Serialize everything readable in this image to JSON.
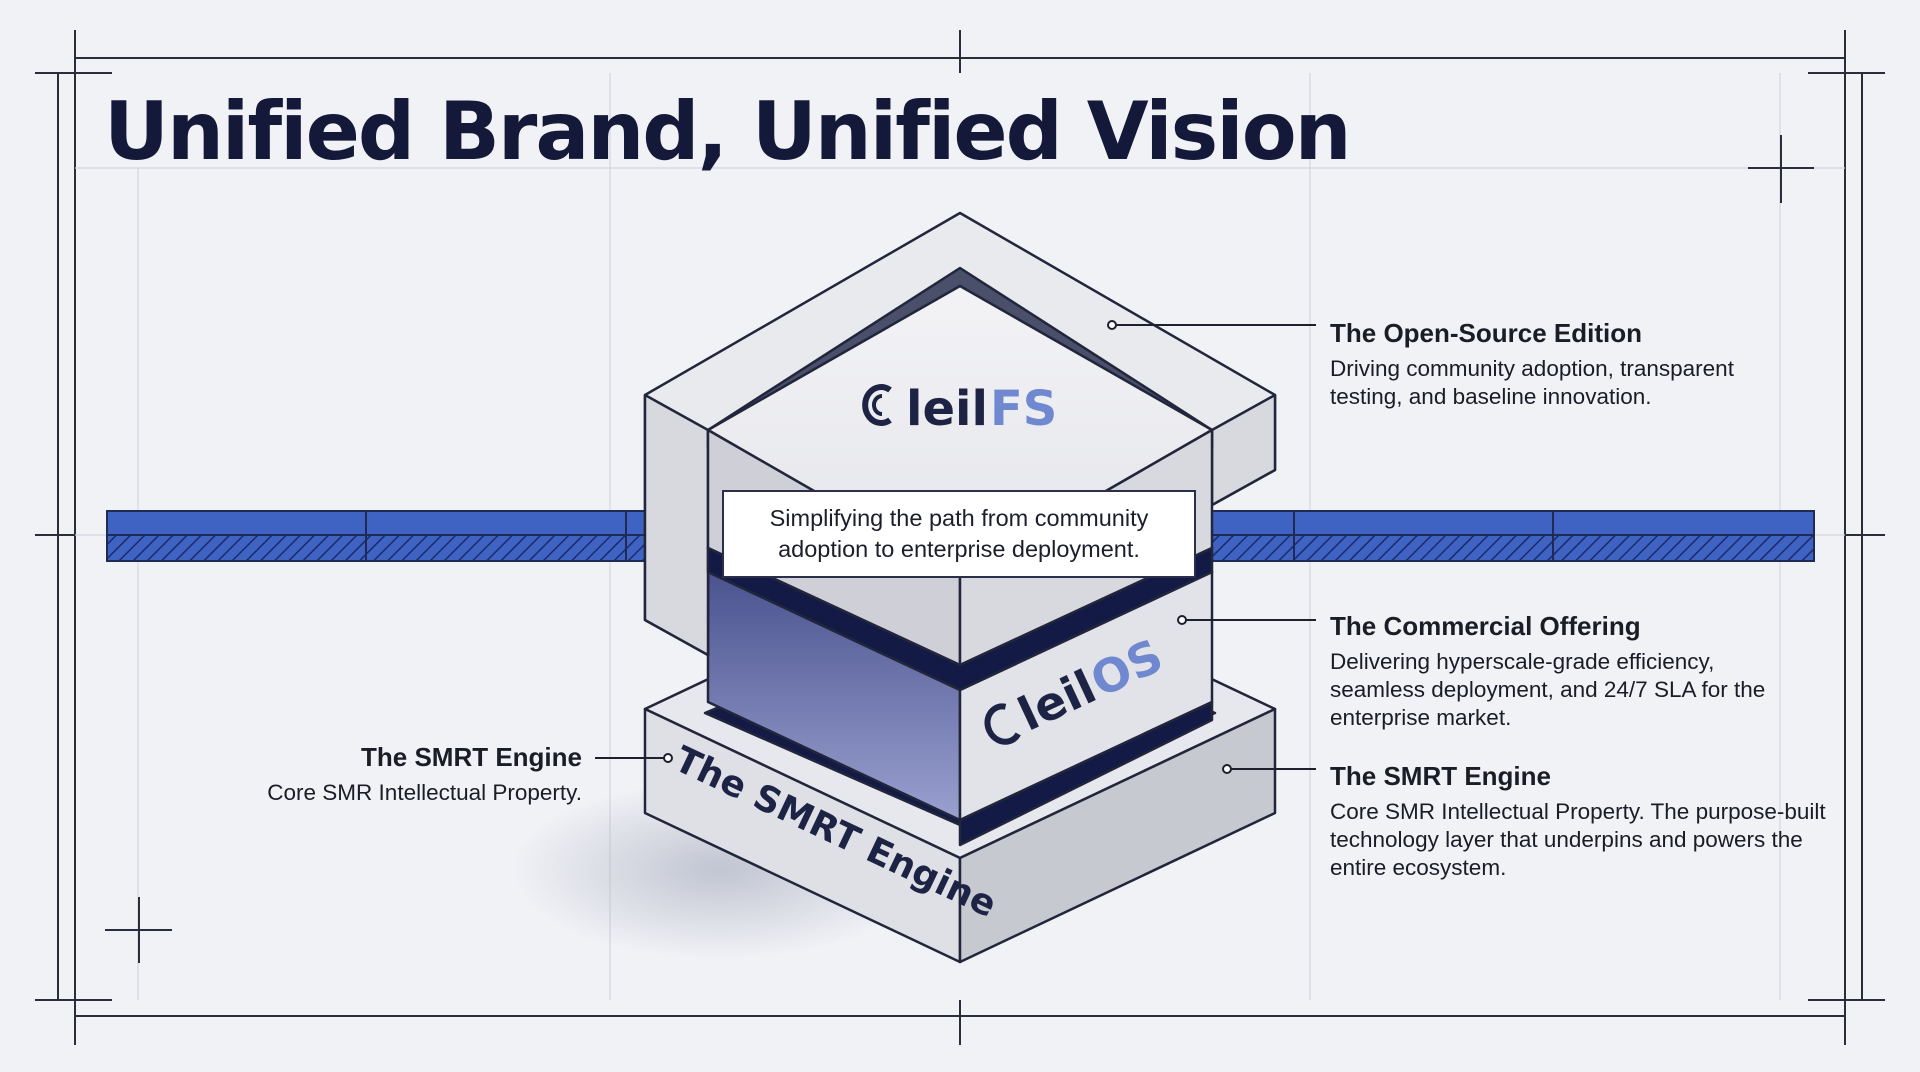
{
  "title": "Unified Brand, Unified Vision",
  "tagline": "Simplifying the path from community adoption to enterprise deployment.",
  "layers": {
    "top": {
      "logo_text": "leil",
      "logo_suffix": "FS"
    },
    "middle": {
      "logo_text": "leil",
      "logo_suffix": "OS"
    },
    "base": {
      "face_label": "The SMRT Engine"
    }
  },
  "callouts": {
    "open_source": {
      "title": "The Open-Source Edition",
      "description": "Driving community adoption, transparent testing, and baseline innovation."
    },
    "commercial": {
      "title": "The Commercial Offering",
      "description": "Delivering hyperscale-grade efficiency, seamless deployment, and 24/7 SLA for the enterprise market."
    },
    "smrt_right": {
      "title": "The SMRT Engine",
      "description": "Core SMR Intellectual Property. The purpose-built technology layer that underpins and powers the entire ecosystem."
    },
    "smrt_left": {
      "title": "The SMRT Engine",
      "description": "Core SMR Intellectual Property."
    }
  },
  "colors": {
    "brand_navy": "#14193a",
    "band_blue": "#3f63c2",
    "logo_blue": "#6f88cf",
    "slab_light": "#e9eaee",
    "slab_dark": "#121a45",
    "purple_face": "#8f96c7"
  }
}
